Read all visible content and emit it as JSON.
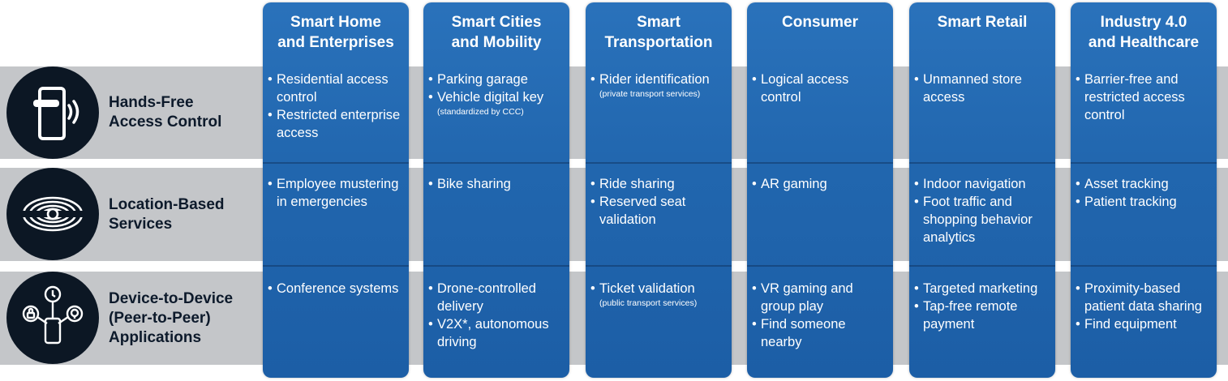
{
  "bullet": "•",
  "columns": [
    {
      "title": "Smart Home\nand Enterprises"
    },
    {
      "title": "Smart Cities\nand Mobility"
    },
    {
      "title": "Smart\nTransportation"
    },
    {
      "title": "Consumer"
    },
    {
      "title": "Smart Retail"
    },
    {
      "title": "Industry 4.0\nand Healthcare"
    }
  ],
  "rows": [
    {
      "label": "Hands-Free\nAccess Control",
      "icon": "door-handle-icon",
      "cells": [
        [
          {
            "text": "Residential access control"
          },
          {
            "text": "Restricted enterprise access"
          }
        ],
        [
          {
            "text": "Parking garage"
          },
          {
            "text": "Vehicle digital key",
            "note": "(standardized by CCC)"
          }
        ],
        [
          {
            "text": "Rider identification",
            "note": "(private transport services)"
          }
        ],
        [
          {
            "text": "Logical access control"
          }
        ],
        [
          {
            "text": "Unmanned store access"
          }
        ],
        [
          {
            "text": "Barrier-free and restricted access control"
          }
        ]
      ]
    },
    {
      "label": "Location-Based\nServices",
      "icon": "radar-icon",
      "cells": [
        [
          {
            "text": "Employee mustering in emergencies"
          }
        ],
        [
          {
            "text": "Bike sharing"
          }
        ],
        [
          {
            "text": "Ride sharing"
          },
          {
            "text": "Reserved seat validation"
          }
        ],
        [
          {
            "text": "AR gaming"
          }
        ],
        [
          {
            "text": "Indoor navigation"
          },
          {
            "text": "Foot traffic and shopping behavior analytics"
          }
        ],
        [
          {
            "text": "Asset tracking"
          },
          {
            "text": "Patient tracking"
          }
        ]
      ]
    },
    {
      "label": "Device-to-Device\n(Peer-to-Peer)\nApplications",
      "icon": "device-network-icon",
      "cells": [
        [
          {
            "text": "Conference systems"
          }
        ],
        [
          {
            "text": "Drone-controlled delivery"
          },
          {
            "text": "V2X*, autonomous driving"
          }
        ],
        [
          {
            "text": "Ticket validation",
            "note": "(public transport services)"
          }
        ],
        [
          {
            "text": "VR gaming and group play"
          },
          {
            "text": "Find someone nearby"
          }
        ],
        [
          {
            "text": "Targeted marketing"
          },
          {
            "text": "Tap-free remote payment"
          }
        ],
        [
          {
            "text": "Proximity-based patient data sharing"
          },
          {
            "text": "Find equipment"
          }
        ]
      ]
    }
  ],
  "colors": {
    "column": "#2166ae",
    "band": "#c4c6c9",
    "icon_bg": "#0c1724",
    "label": "#0d1a2b"
  }
}
